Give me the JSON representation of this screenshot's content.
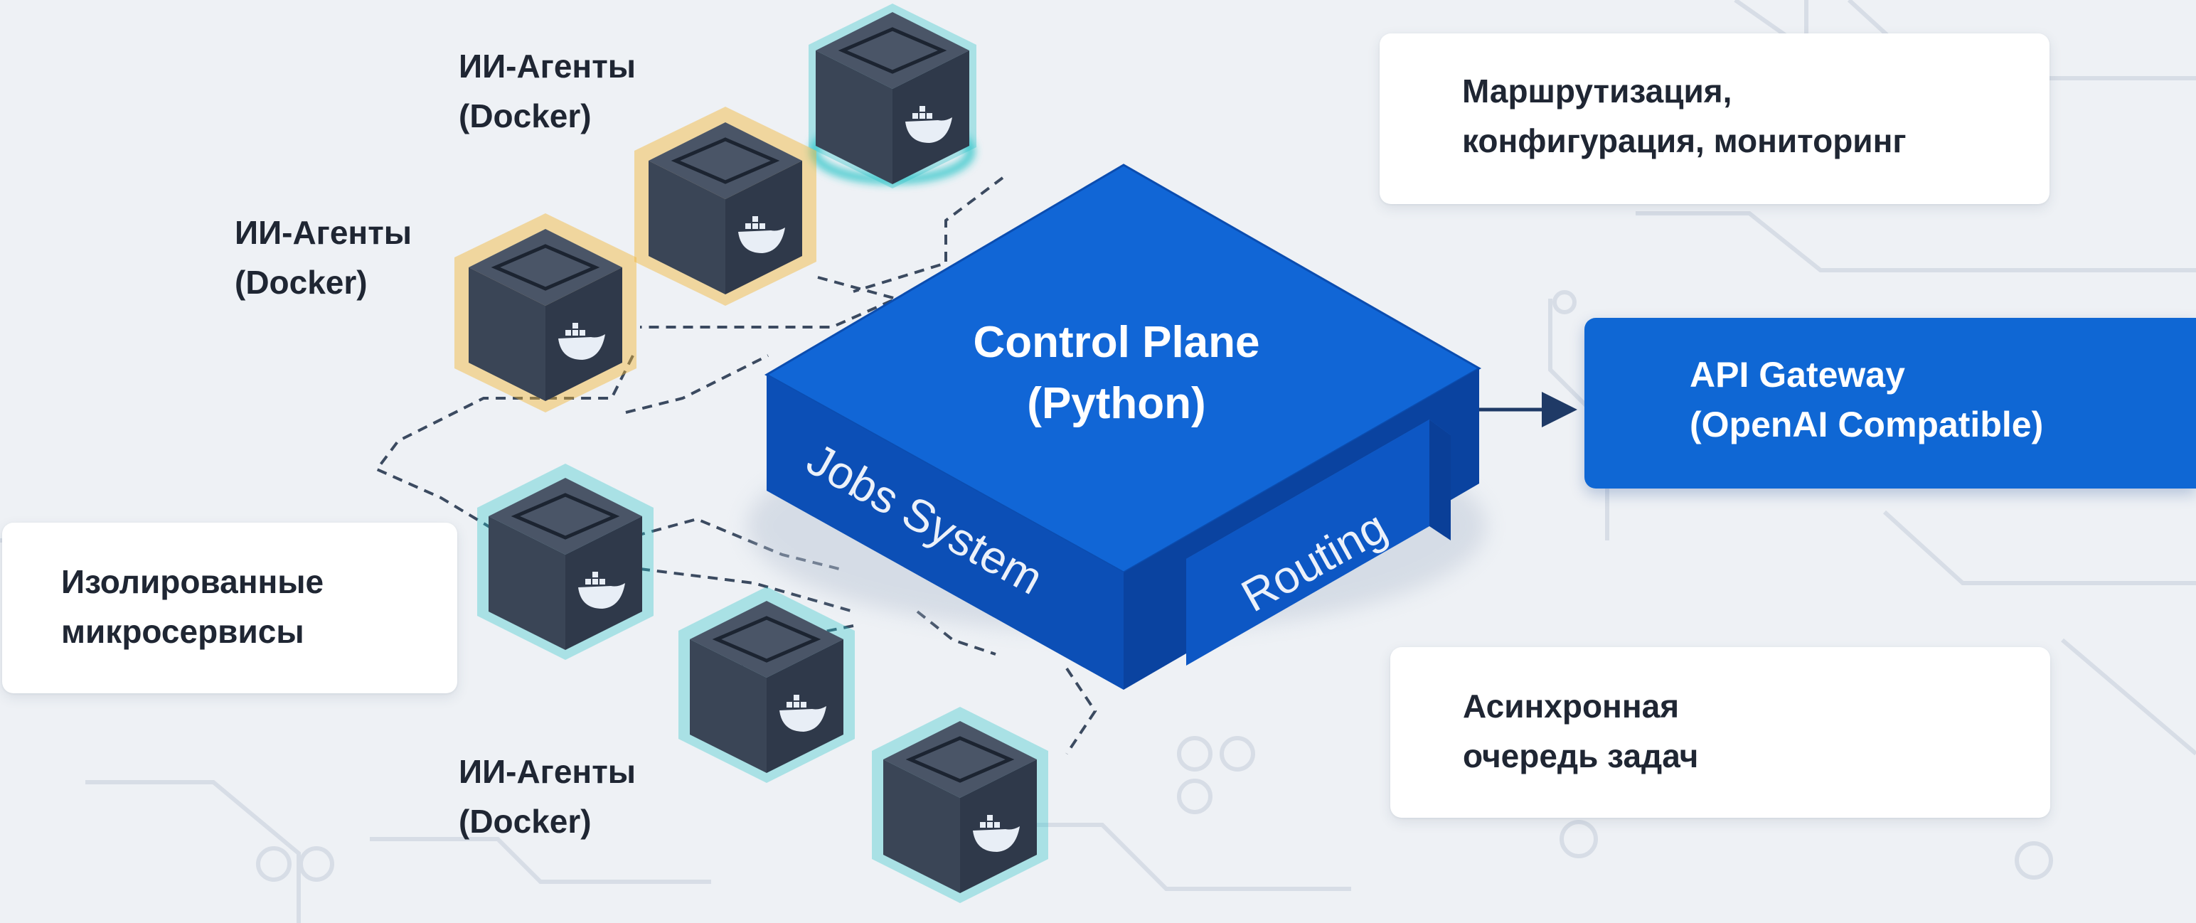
{
  "colors": {
    "background": "#eef1f5",
    "control_plane_top": "#1166d6",
    "control_plane_front": "#0c4fb6",
    "control_plane_side": "#0a43a0",
    "gateway": "#0f67d4",
    "agent_cube": "#3a4556",
    "cube_glow_teal": "#27c4c8",
    "cube_glow_amber": "#f2b535",
    "connector_dashed": "#3b4a60"
  },
  "control_plane": {
    "title_line1": "Control Plane",
    "title_line2": "(Python)",
    "jobs_label": "Jobs System",
    "routing_label": "Routing"
  },
  "gateway": {
    "line1": "API Gateway",
    "line2": "(OpenAI Compatible)"
  },
  "cards": {
    "routing_config": {
      "line1": "Маршрутизация,",
      "line2": "конфигурация, мониторинг"
    },
    "async_queue": {
      "line1": "Асинхронная",
      "line2": "очередь задач"
    },
    "isolated": {
      "line1": "Изолированные",
      "line2": "микросервисы"
    }
  },
  "agent_labels": [
    {
      "line1": "ИИ-Агенты",
      "line2": "(Docker)"
    },
    {
      "line1": "ИИ-Агенты",
      "line2": "(Docker)"
    },
    {
      "line1": "ИИ-Агенты",
      "line2": "(Docker)"
    }
  ],
  "agents": [
    {
      "glow": "teal",
      "icon": "docker-whale-icon"
    },
    {
      "glow": "amber",
      "icon": "docker-whale-icon"
    },
    {
      "glow": "amber",
      "icon": "docker-whale-icon"
    },
    {
      "glow": "teal",
      "icon": "docker-whale-icon"
    },
    {
      "glow": "teal",
      "icon": "docker-whale-icon"
    },
    {
      "glow": "teal",
      "icon": "docker-whale-icon"
    }
  ]
}
